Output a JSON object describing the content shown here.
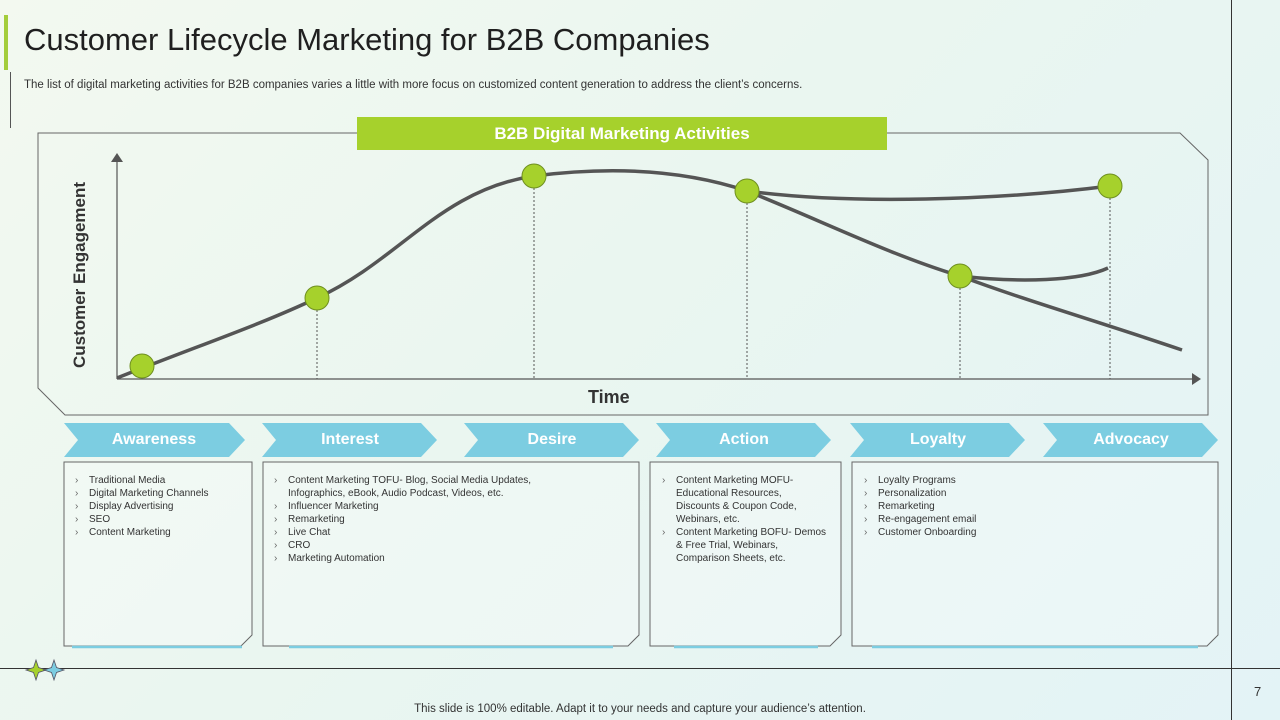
{
  "header": {
    "title": "Customer Lifecycle Marketing for B2B Companies",
    "subtitle": "The list of digital marketing activities for B2B companies varies a little with more focus on customized content generation to address the client’s concerns."
  },
  "panel": {
    "title": "B2B Digital Marketing  Activities",
    "y_axis_label": "Customer Engagement",
    "x_axis_label": "Time"
  },
  "stages": [
    {
      "label": "Awareness",
      "items": [
        "Traditional Media",
        "Digital Marketing Channels",
        "Display Advertising",
        "SEO",
        "Content Marketing"
      ]
    },
    {
      "label": "Interest",
      "items": [
        "Content Marketing TOFU- Blog, Social Media Updates, Infographics, eBook, Audio Podcast, Videos, etc.",
        "Influencer Marketing",
        "Remarketing",
        "Live Chat",
        "CRO",
        "Marketing Automation"
      ]
    },
    {
      "label": "Desire",
      "items": []
    },
    {
      "label": "Action",
      "items": [
        "Content Marketing MOFU- Educational Resources, Discounts & Coupon Code, Webinars, etc.",
        "Content Marketing BOFU- Demos & Free Trial, Webinars, Comparison Sheets, etc."
      ]
    },
    {
      "label": "Loyalty",
      "items": [
        "Loyalty Programs",
        "Personalization",
        "Remarketing",
        "Re-engagement email",
        "Customer Onboarding"
      ]
    },
    {
      "label": "Advocacy",
      "items": []
    }
  ],
  "footer": {
    "note": "This slide is 100% editable. Adapt it to your needs and capture your audience’s attention.",
    "page_number": "7"
  },
  "colors": {
    "accent_green": "#a6d12c",
    "stage_blue": "#7ccde1",
    "curve": "#555555"
  },
  "icons": [
    "sparkle-icon",
    "sparkle-icon"
  ]
}
